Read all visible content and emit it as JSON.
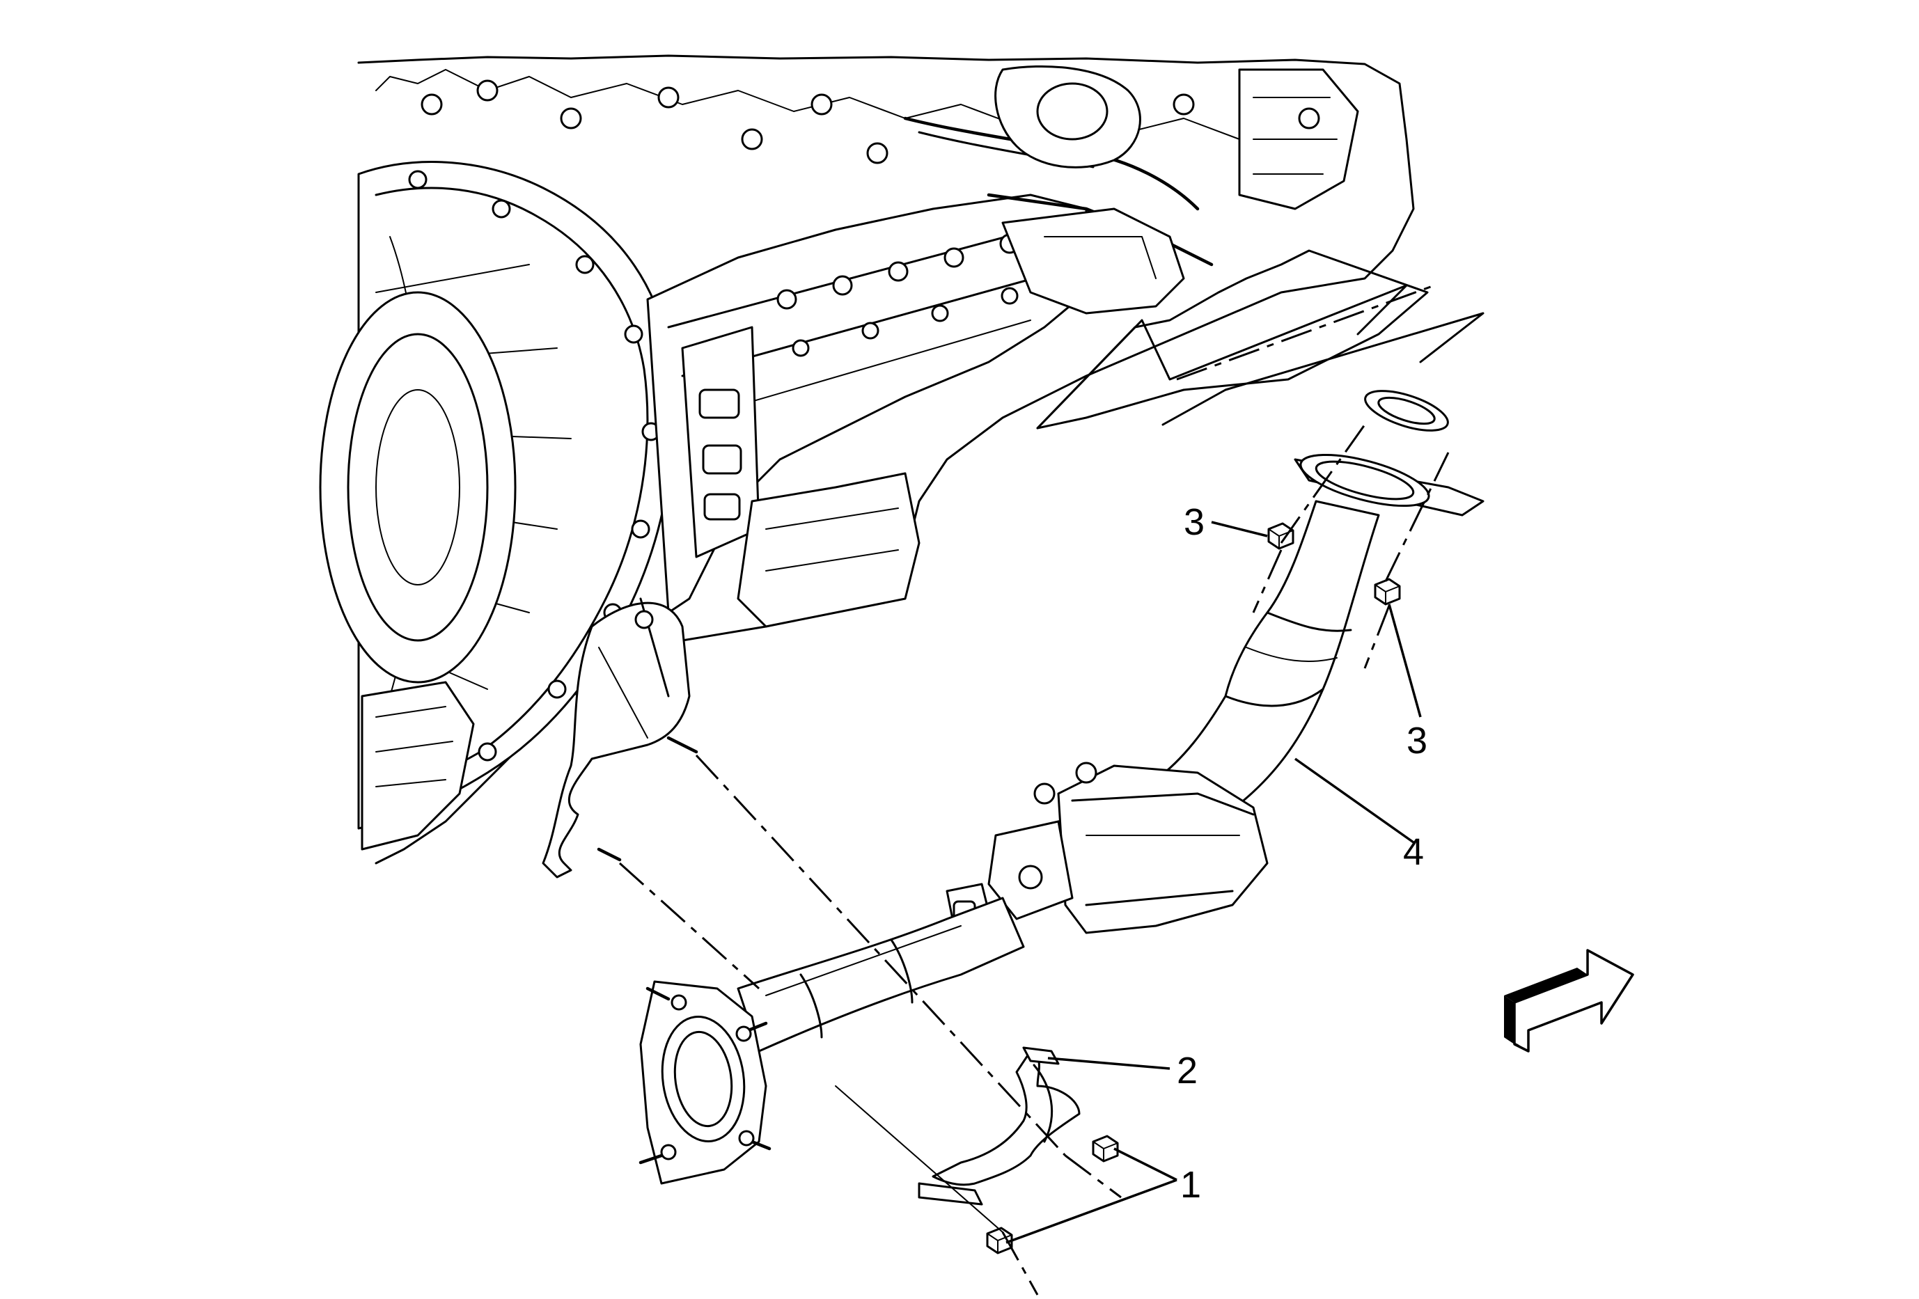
{
  "figure": {
    "callouts": {
      "one": "1",
      "two": "2",
      "three_upper": "3",
      "three_lower": "3",
      "four": "4"
    },
    "orientation_arrow_icon": "front-direction-arrow-icon"
  }
}
